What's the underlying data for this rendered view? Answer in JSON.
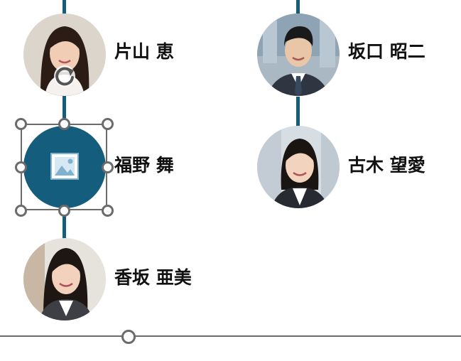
{
  "people": [
    {
      "name": "片山 恵",
      "photo": "woman-long-hair-photo"
    },
    {
      "name": "福野 舞",
      "photo": "picture-placeholder-icon"
    },
    {
      "name": "香坂 亜美",
      "photo": "woman-business-suit-photo"
    },
    {
      "name": "坂口 昭二",
      "photo": "man-suit-tie-photo"
    },
    {
      "name": "古木 望愛",
      "photo": "woman-ponytail-photo"
    }
  ],
  "colors": {
    "accent": "#155d7d",
    "selection": "#6b6b6b",
    "text": "#111111",
    "background": "#ffffff"
  },
  "icons": [
    "rotate-handle-icon",
    "picture-placeholder-icon",
    "resize-handle-icon",
    "line-endpoint-handle-icon"
  ]
}
